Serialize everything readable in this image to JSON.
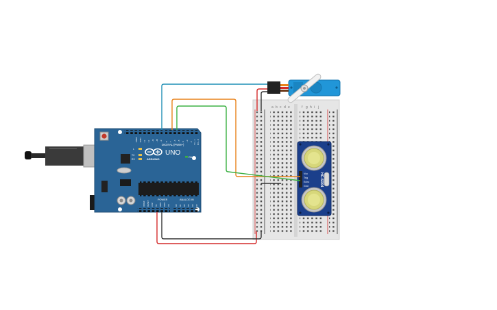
{
  "arduino": {
    "board_name": "UNO",
    "brand": "ARDUINO",
    "digital_header": "DIGITAL (PWM~)",
    "power_header": "POWER",
    "analog_header": "ANALOG IN",
    "aref": "AREF",
    "gnd": "GND",
    "on_label": "ON",
    "led_l": "L",
    "led_tx": "TX",
    "led_rx": "RX",
    "digital_pins": [
      "13",
      "12",
      "~11",
      "~10",
      "~9",
      "8",
      "7",
      "~6",
      "~5",
      "4",
      "~3",
      "2",
      "TX→1",
      "RX←0"
    ],
    "power_pins": [
      "IOREF",
      "RESET",
      "3.3V",
      "5V",
      "GND",
      "GND",
      "Vin"
    ],
    "analog_pins": [
      "A0",
      "A1",
      "A2",
      "A3",
      "A4",
      "A5"
    ]
  },
  "sensor": {
    "model": "HC-SR04",
    "pins": [
      "Vcc",
      "Trig",
      "Echo",
      "Gnd"
    ]
  },
  "breadboard": {
    "column_letters_left": [
      "a",
      "b",
      "c",
      "d",
      "e"
    ],
    "column_letters_right": [
      "f",
      "g",
      "h",
      "i",
      "j"
    ]
  },
  "colors": {
    "board": "#2a6496",
    "wire_blue": "#1f8fb5",
    "wire_orange": "#e8821a",
    "wire_green": "#3cb043",
    "wire_red": "#d42a2a",
    "wire_black": "#333333",
    "sensor_board": "#1b3f8b",
    "servo_body": "#2196d8"
  }
}
